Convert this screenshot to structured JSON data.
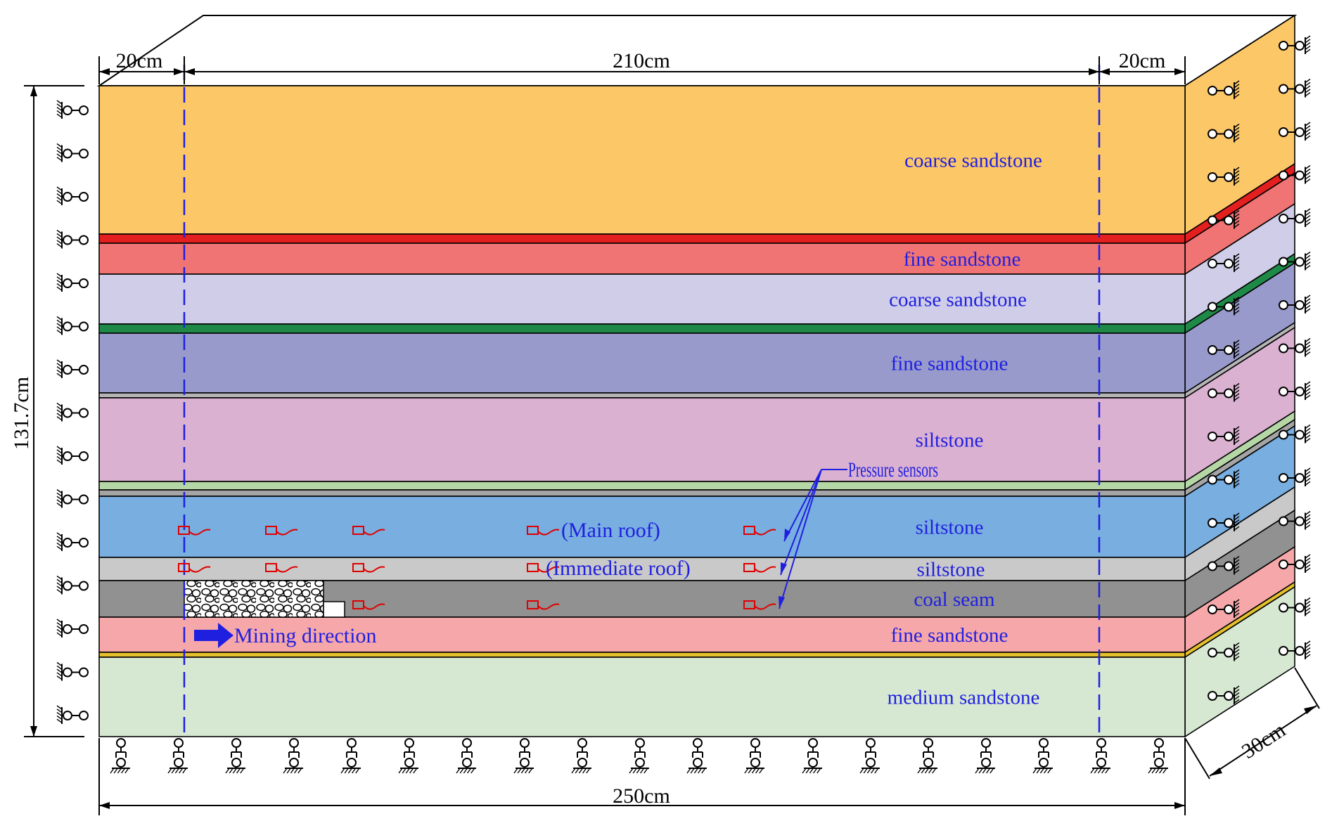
{
  "dimensions": {
    "left_margin": "20cm",
    "center": "210cm",
    "right_margin": "20cm",
    "height": "131.7cm",
    "width": "250cm",
    "depth": "30cm"
  },
  "layers": [
    {
      "name": "coarse sandstone",
      "color": "#fcc767"
    },
    {
      "name": "",
      "color": "#e41f1f"
    },
    {
      "name": "fine sandstone",
      "color": "#f07474"
    },
    {
      "name": "coarse sandstone",
      "color": "#cfcde7"
    },
    {
      "name": "",
      "color": "#1f8a48"
    },
    {
      "name": "fine sandstone",
      "color": "#989acb"
    },
    {
      "name": "",
      "color": "#b5b5b5"
    },
    {
      "name": "siltstone",
      "color": "#dbb1d1"
    },
    {
      "name": "",
      "color": "#b5d7a6"
    },
    {
      "name": "",
      "color": "#a5a5a5"
    },
    {
      "name": "siltstone",
      "color": "#78aee0"
    },
    {
      "name": "siltstone",
      "color": "#c9c9c9"
    },
    {
      "name": "coal seam",
      "color": "#919191"
    },
    {
      "name": "fine sandstone",
      "color": "#f6a7a9"
    },
    {
      "name": "",
      "color": "#e4c02d"
    },
    {
      "name": "medium sandstone",
      "color": "#d7e8d2"
    }
  ],
  "annotations": {
    "pressure_sensors": "Pressure sensors",
    "main_roof": "(Main roof)",
    "immediate_roof": "(Immediate roof)",
    "mining_direction": "Mining direction"
  },
  "colors": {
    "annotation_blue": "#1f1fe0",
    "sensor_red": "#e00000"
  }
}
